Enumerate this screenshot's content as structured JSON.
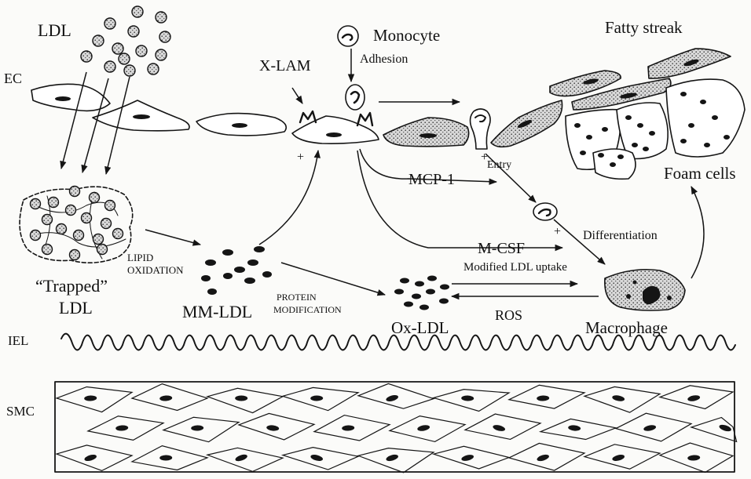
{
  "labels": {
    "ldl": "LDL",
    "ec": "EC",
    "xlam": "X-LAM",
    "monocyte": "Monocyte",
    "adhesion": "Adhesion",
    "fatty_streak": "Fatty streak",
    "foam_cells": "Foam cells",
    "entry": "Entry",
    "mcp1": "MCP-1",
    "differentiation": "Differentiation",
    "mcsf": "M-CSF",
    "modified_ldl_uptake": "Modified LDL uptake",
    "lipid": "LIPID",
    "oxidation": "OXIDATION",
    "trapped": "“Trapped”",
    "trapped_ldl": "LDL",
    "mm_ldl": "MM-LDL",
    "protein": "PROTEIN",
    "modification": "MODIFICATION",
    "ox_ldl": "Ox-LDL",
    "ros": "ROS",
    "macrophage": "Macrophage",
    "iel": "IEL",
    "smc": "SMC",
    "plus": "+"
  },
  "colors": {
    "ink": "#151515",
    "background": "#fbfbf9"
  }
}
